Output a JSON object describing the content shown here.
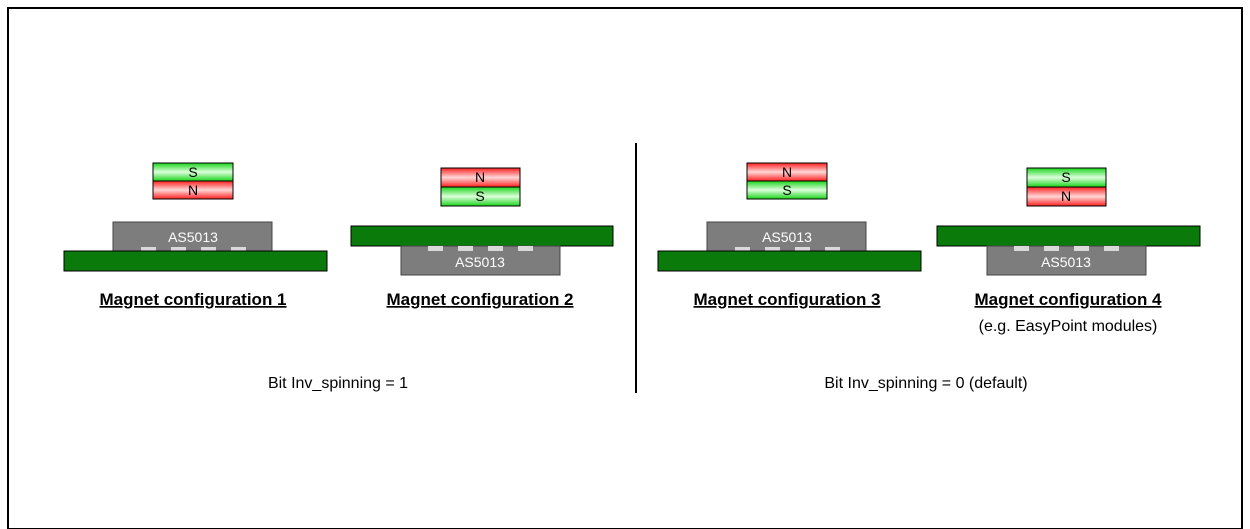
{
  "diagram": {
    "chip_label": "AS5013",
    "configs": [
      {
        "title": "Magnet configuration 1",
        "top_pole": "S",
        "bottom_pole": "N"
      },
      {
        "title": "Magnet configuration 2",
        "top_pole": "N",
        "bottom_pole": "S"
      },
      {
        "title": "Magnet configuration 3",
        "top_pole": "N",
        "bottom_pole": "S"
      },
      {
        "title": "Magnet configuration 4",
        "subtitle": "(e.g. EasyPoint modules)",
        "top_pole": "S",
        "bottom_pole": "N"
      }
    ],
    "groups": [
      {
        "label": "Bit Inv_spinning = 1"
      },
      {
        "label": "Bit Inv_spinning = 0 (default)"
      }
    ]
  },
  "colors": {
    "pcb": "#0a7a0a",
    "chip": "#7d7d7d",
    "pad": "#d9d9d9",
    "north": "#ff2a2a",
    "south": "#22dd22",
    "line": "#000000"
  }
}
